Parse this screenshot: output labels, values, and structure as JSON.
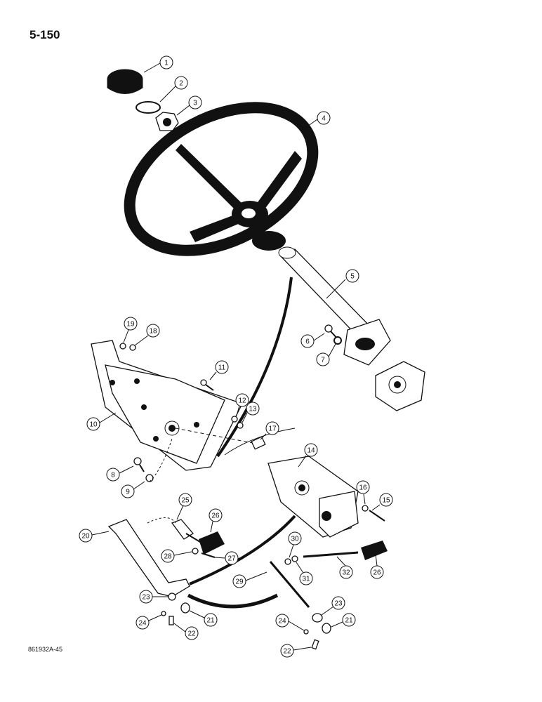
{
  "page_number": "5-150",
  "figure_code": "861932A-45",
  "callouts": [
    "1",
    "2",
    "3",
    "4",
    "5",
    "6",
    "7",
    "8",
    "9",
    "10",
    "11",
    "12",
    "13",
    "14",
    "15",
    "16",
    "17",
    "18",
    "19",
    "20",
    "21",
    "21",
    "22",
    "22",
    "23",
    "23",
    "24",
    "24",
    "25",
    "26",
    "26",
    "27",
    "28",
    "29",
    "30",
    "31",
    "32"
  ]
}
